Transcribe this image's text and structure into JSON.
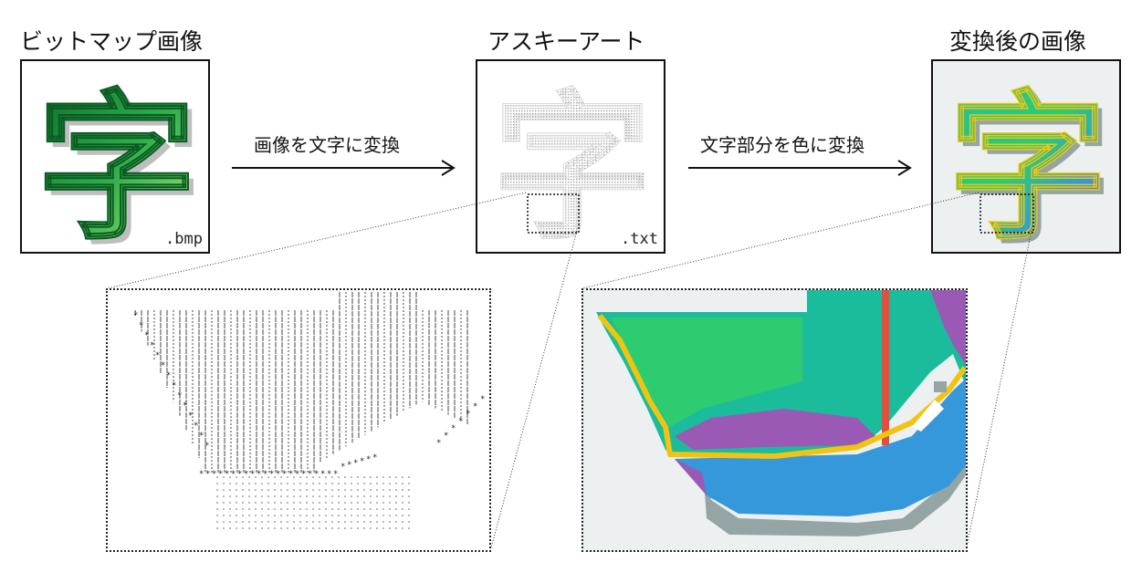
{
  "labels": {
    "bitmap": "ビットマップ画像",
    "ascii_art": "アスキーアート",
    "converted": "変換後の画像"
  },
  "arrows": {
    "to_text": "画像を文字に変換",
    "to_color": "文字部分を色に変換"
  },
  "extensions": {
    "bmp": ".bmp",
    "txt": ".txt"
  },
  "glyph": "字",
  "colors": {
    "green_dark": "#1e8f3a",
    "green_light": "#a6e36a",
    "teal": "#20c0a0",
    "purple": "#9b59b6",
    "blue": "#3498db",
    "red": "#e74c3c",
    "yellow": "#f1c40f",
    "gray_bg": "#ecf0f1"
  }
}
